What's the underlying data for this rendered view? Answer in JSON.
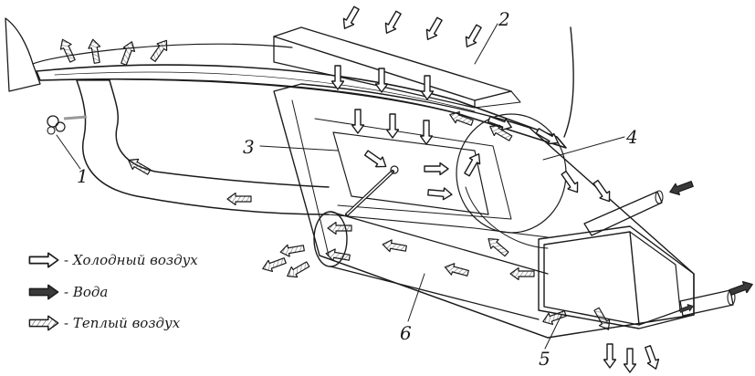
{
  "diagram": {
    "labels": [
      "1",
      "2",
      "3",
      "4",
      "5",
      "6"
    ],
    "legend": [
      {
        "text": "- Холодный воздух",
        "kind": "cold-air"
      },
      {
        "text": "- Вода",
        "kind": "water"
      },
      {
        "text": "- Теплый воздух",
        "kind": "warm-air"
      }
    ],
    "colors": {
      "ink": "#1b1b1b",
      "paper": "#ffffff",
      "shade": "#6d6d6d"
    }
  }
}
